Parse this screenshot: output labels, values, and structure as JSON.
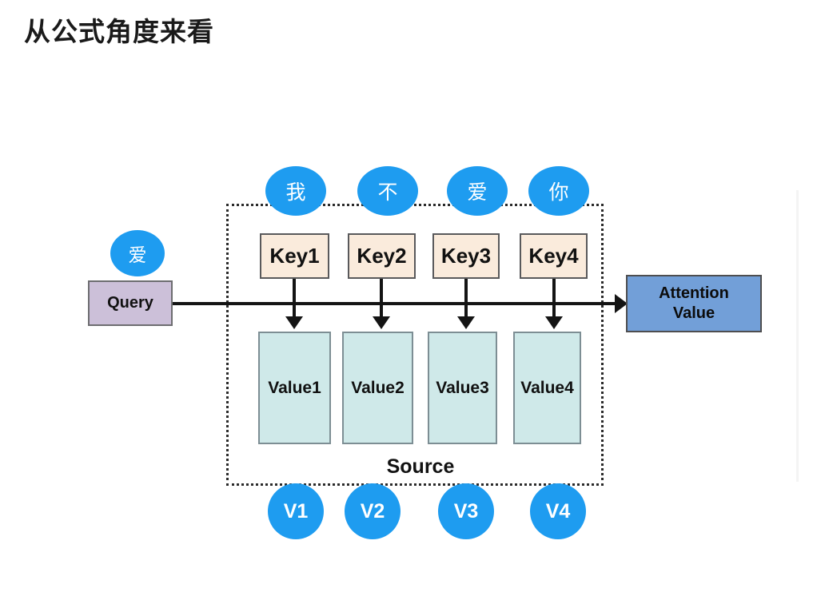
{
  "slide": {
    "title": "从公式角度来看",
    "background_color": "#ffffff"
  },
  "colors": {
    "bubble_blue": "#1e9cf0",
    "key_fill": "#faebdc",
    "value_fill": "#cfe9e9",
    "query_fill": "#ccc0d9",
    "attention_fill": "#729fd8",
    "line_black": "#141414"
  },
  "diagram": {
    "source_label": "Source",
    "query": {
      "bubble_label": "爱",
      "box_label": "Query"
    },
    "attention": {
      "line1": "Attention",
      "line2": "Value"
    },
    "tokens": [
      {
        "char": "我",
        "key": "Key1",
        "value": "Value1",
        "v": "V1"
      },
      {
        "char": "不",
        "key": "Key2",
        "value": "Value2",
        "v": "V2"
      },
      {
        "char": "爱",
        "key": "Key3",
        "value": "Value3",
        "v": "V3"
      },
      {
        "char": "你",
        "key": "Key4",
        "value": "Value4",
        "v": "V4"
      }
    ]
  }
}
